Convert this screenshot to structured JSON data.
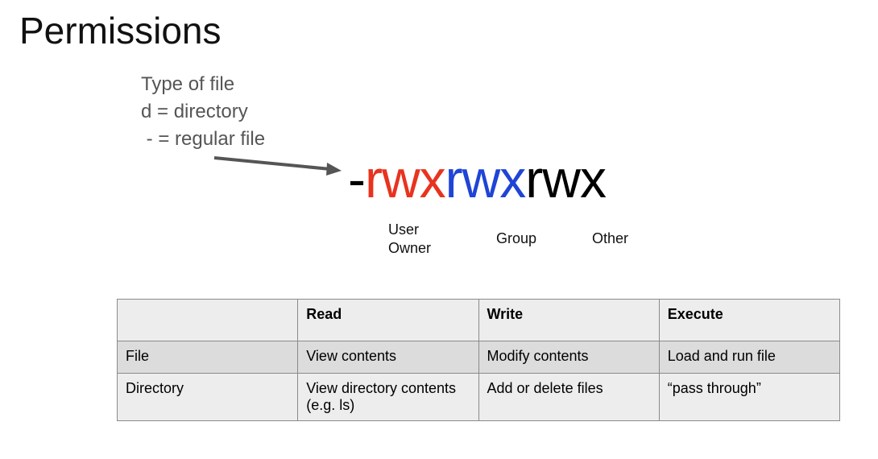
{
  "title": "Permissions",
  "type_note": {
    "line1": "Type of file",
    "line2": "d = directory",
    "line3": " - = regular file"
  },
  "perm_string": {
    "type": "-",
    "user": "rwx",
    "group": "rwx",
    "other": "rwx"
  },
  "colors": {
    "user": "#e8331f",
    "group": "#1f44d6",
    "other": "#000000"
  },
  "labels": {
    "user_line1": "User",
    "user_line2": "Owner",
    "group": "Group",
    "other": "Other"
  },
  "table": {
    "headers": [
      "",
      "Read",
      "Write",
      "Execute"
    ],
    "rows": [
      [
        "File",
        "View contents",
        "Modify contents",
        "Load and run file"
      ],
      [
        "Directory",
        "View directory contents (e.g. ls)",
        "Add or delete files",
        "“pass through”"
      ]
    ]
  }
}
